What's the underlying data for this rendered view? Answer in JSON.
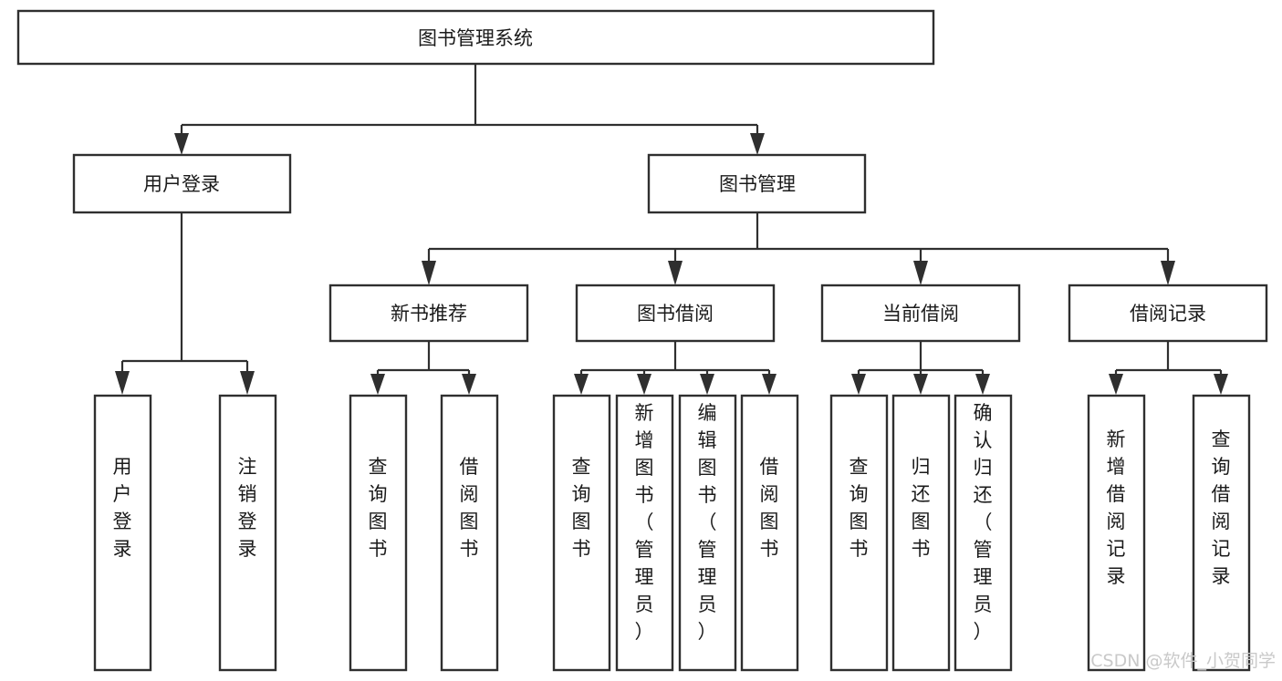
{
  "diagram": {
    "title": "图书管理系统",
    "type": "tree-hierarchy",
    "root": {
      "label": "图书管理系统"
    },
    "level2": [
      {
        "label": "用户登录"
      },
      {
        "label": "图书管理"
      }
    ],
    "level3": [
      {
        "label": "新书推荐"
      },
      {
        "label": "图书借阅"
      },
      {
        "label": "当前借阅"
      },
      {
        "label": "借阅记录"
      }
    ],
    "leaves": {
      "user_login": [
        {
          "label": "用户登录"
        },
        {
          "label": "注销登录"
        }
      ],
      "new_book_recommend": [
        {
          "label": "查询图书"
        },
        {
          "label": "借阅图书"
        }
      ],
      "book_borrow": [
        {
          "label": "查询图书"
        },
        {
          "label": "新增图书（管理员）"
        },
        {
          "label": "编辑图书（管理员）"
        },
        {
          "label": "借阅图书"
        }
      ],
      "current_borrow": [
        {
          "label": "查询图书"
        },
        {
          "label": "归还图书"
        },
        {
          "label": "确认归还（管理员）"
        }
      ],
      "borrow_record": [
        {
          "label": "新增借阅记录"
        },
        {
          "label": "查询借阅记录"
        }
      ]
    }
  },
  "watermark": {
    "text": "CSDN @软件_小贺同学"
  },
  "colors": {
    "box_stroke": "#2f2f2f",
    "box_fill": "#ffffff",
    "text": "#1a1a1a",
    "connector": "#2f2f2f",
    "watermark": "#c9c9c9",
    "background": "#ffffff"
  }
}
